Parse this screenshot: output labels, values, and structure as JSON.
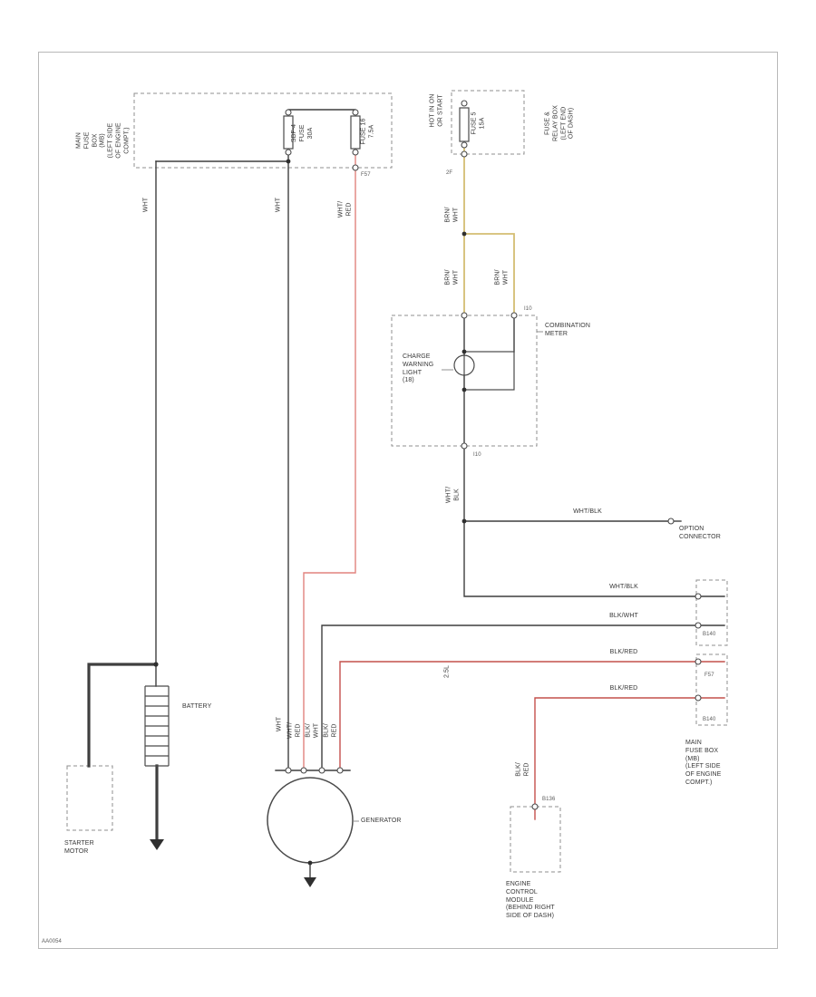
{
  "colors": {
    "wire_black": "#3f3f3f",
    "wire_red": "#c4504c",
    "wire_pink": "#e2837e",
    "wire_tan": "#d4bd72"
  },
  "labels": {
    "hot_note": "HOT IN ON\nOR START",
    "main_fuse_box_top": "MAIN\nFUSE\nBOX\n(MB)\n(LEFT SIDE\nOF ENGINE\nCOMPT.)",
    "sbf4_fuse": "SBF-4\nFUSE\n30A",
    "fuse16": "FUSE 16\n7.5A",
    "fuse5": "FUSE 5\n15A",
    "fuse_relay_box": "FUSE &\nRELAY BOX\n(LEFT END\nOF DASH)",
    "combination_meter": "COMBINATION\nMETER",
    "charge_warning_light": "CHARGE\nWARNING\nLIGHT\n(18)",
    "option_connector": "OPTION\nCONNECTOR",
    "main_fuse_box_bottom": "MAIN\nFUSE BOX\n(MB)\n(LEFT SIDE\nOF ENGINE\nCOMPT.)",
    "battery": "BATTERY",
    "starter_motor": "STARTER\nMOTOR",
    "generator": "GENERATOR",
    "engine_control_module": "ENGINE\nCONTROL\nMODULE\n(BEHIND RIGHT\nSIDE OF DASH)",
    "engine_size": "2.5L",
    "footer_code": "AA0054"
  },
  "wires": {
    "wht_1": "WHT",
    "wht_2": "WHT",
    "wht_red": "WHT/\nRED",
    "brn_wht_a": "BRN/\nWHT",
    "brn_wht_b": "BRN/\nWHT",
    "brn_wht_c": "BRN/\nWHT",
    "wht_blk_v": "WHT/\nBLK",
    "wht_blk_opt": "WHT/BLK",
    "wht_blk_h": "WHT/BLK",
    "blk_wht_h": "BLK/WHT",
    "blk_red_h1": "BLK/RED",
    "blk_red_h2": "BLK/RED",
    "gen_wht": "WHT",
    "gen_wht_red": "WHT/\nRED",
    "gen_blk_wht": "BLK/\nWHT",
    "gen_blk_red": "BLK/\nRED",
    "ecm_blk_red": "BLK/\nRED"
  },
  "connectors": {
    "top_exit": "F57",
    "fuse5_exit": "2F",
    "meter_in": "I10",
    "meter_out": "I10",
    "block1": "B140",
    "block2": "F57",
    "block3": "B140",
    "ecm_conn": "B136"
  }
}
